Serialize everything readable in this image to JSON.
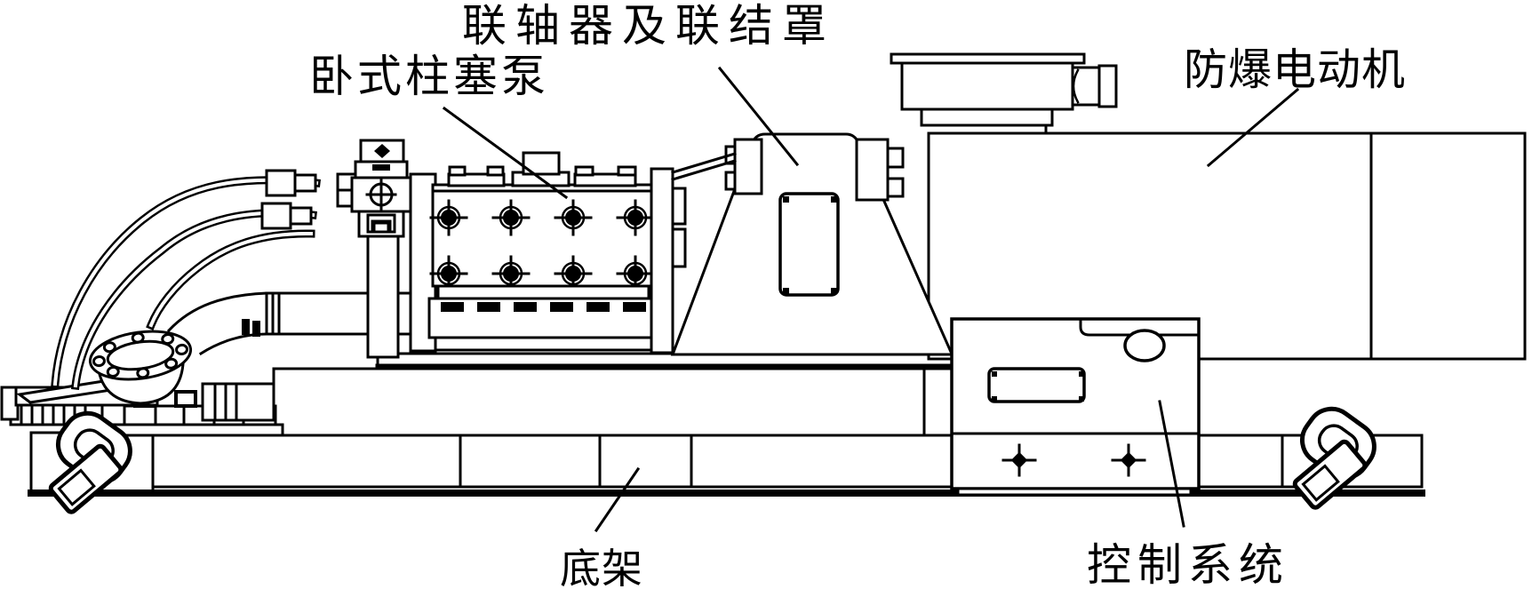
{
  "drawing": {
    "background_color": "#ffffff",
    "line_color": "#000000",
    "labels": {
      "pump": {
        "text": "卧式柱塞泵"
      },
      "coupling": {
        "text": "联轴器及联结罩"
      },
      "motor": {
        "text": "防爆电动机"
      },
      "base_frame": {
        "text": "底架"
      },
      "control_system": {
        "text": "控制系统"
      }
    }
  }
}
